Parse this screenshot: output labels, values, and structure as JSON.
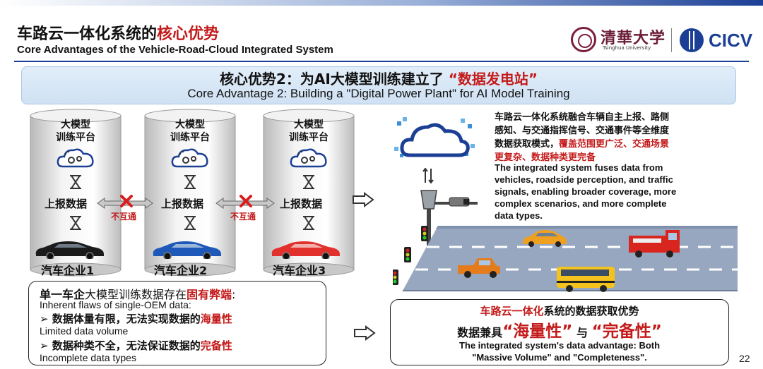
{
  "header": {
    "title_cn_prefix": "车路云一体化系统的",
    "title_cn_highlight": "核心优势",
    "title_en": "Core Advantages of the Vehicle-Road-Cloud Integrated System",
    "logo_tsinghua_cn": "清華大学",
    "logo_tsinghua_en": "Tsinghua University",
    "logo_ciciv": "CICV"
  },
  "banner": {
    "cn_prefix": "核心优势2：为AI大模型训练建立了 ",
    "cn_highlight": "“数据发电站”",
    "en": "Core Advantage 2: Building a \"Digital Power Plant\" for AI Model Training"
  },
  "oems": {
    "platform_label_line1": "大模型",
    "platform_label_line2": "训练平台",
    "data_label": "上报数据",
    "no_interop": "不互通",
    "companies": [
      "汽车企业1",
      "汽车企业2",
      "汽车企业3"
    ]
  },
  "flaws": {
    "title_bold1": "单一车企",
    "title_mid": "大模型训练数据存在",
    "title_bold2": "固有弊端",
    "title_colon": ":",
    "title_en": "Inherent flaws of single-OEM data:",
    "item1_cn_prefix": "➢ 数据体量有限，无法实现数据的",
    "item1_cn_highlight": "海量性",
    "item1_en": "Limited data volume",
    "item2_cn_prefix": "➢ 数据种类不全，无法保证数据的",
    "item2_cn_highlight": "完备性",
    "item2_en": "Incomplete data types"
  },
  "right": {
    "cn_line1": "车路云一体化系统融合车辆自主上报、路侧",
    "cn_line2": "感知、与交通指挥信号、交通事件等全维度",
    "cn_line3_prefix": "数据获取模式，",
    "cn_line3_highlight": "覆盖范围更广泛、交通场景",
    "cn_line4_highlight": "更复杂、数据种类更完备",
    "en_line1": "The integrated system fuses data from",
    "en_line2": "vehicles, roadside perception, and traffic",
    "en_line3": "signals, enabling broader coverage, more",
    "en_line4": "complex scenarios, and more complete",
    "en_line5": "data types."
  },
  "advantage": {
    "line1_highlight": "车路云一体化",
    "line1_rest": "系统的数据获取优势",
    "line2_prefix": "数据兼具",
    "line2_big1": "“海量性”",
    "line2_mid": " 与 ",
    "line2_big2": "“完备性”",
    "en_line1": "The integrated system's data advantage: Both",
    "en_line2": "\"Massive Volume\" and \"Completeness\"."
  },
  "page_number": "22",
  "colors": {
    "accent_red": "#c41a1a",
    "brand_blue": "#1c3f96",
    "banner_bg": "#d7e7f6"
  }
}
